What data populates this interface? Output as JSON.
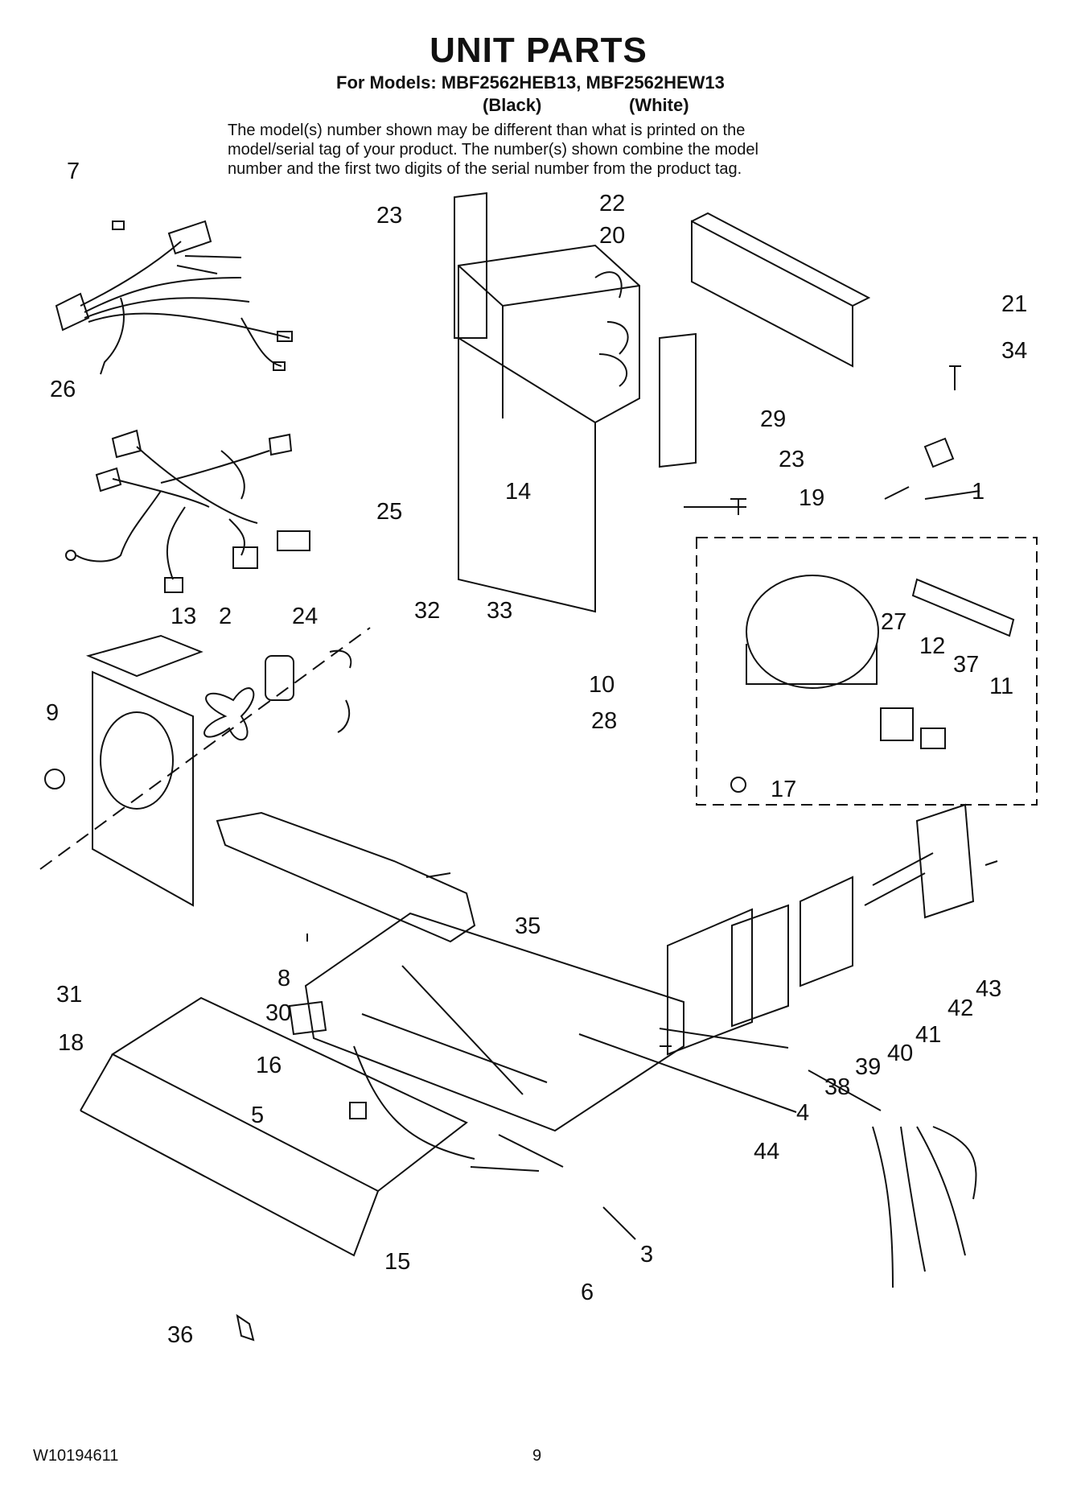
{
  "header": {
    "title": "UNIT PARTS",
    "models_line": "For Models: MBF2562HEB13, MBF2562HEW13",
    "variant_black": "(Black)",
    "variant_white": "(White)",
    "notice_lines": [
      "The model(s) number shown may be different than what is printed on the",
      "model/serial tag of your product. The number(s) shown combine the model",
      "number and the first two digits of the serial number from the product tag."
    ]
  },
  "callouts": [
    "1",
    "2",
    "3",
    "4",
    "5",
    "6",
    "7",
    "8",
    "9",
    "10",
    "11",
    "12",
    "13",
    "14",
    "15",
    "16",
    "17",
    "19",
    "20",
    "21",
    "22",
    "23",
    "23",
    "24",
    "25",
    "26",
    "27",
    "28",
    "29",
    "30",
    "31",
    "32",
    "33",
    "34",
    "35",
    "36",
    "37",
    "38",
    "39",
    "40",
    "41",
    "42",
    "43",
    "44",
    "18"
  ],
  "footer": {
    "doc_number": "W10194611",
    "page_number": "9"
  },
  "colors": {
    "ink": "#111111",
    "paper": "#ffffff"
  }
}
